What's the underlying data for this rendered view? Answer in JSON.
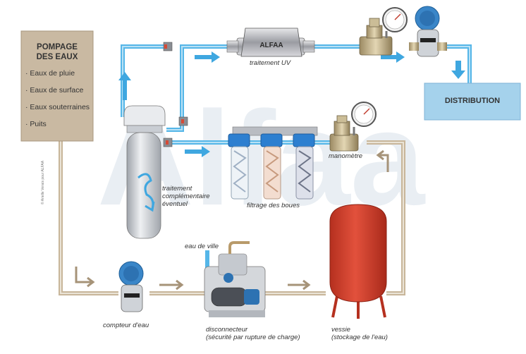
{
  "source_box": {
    "title_line1": "POMPAGE",
    "title_line2": "DES EAUX",
    "items": [
      "Eaux de pluie",
      "Eaux de surface",
      "Eaux souterraines",
      "Puits"
    ]
  },
  "distribution_label": "DISTRIBUTION",
  "uv_brand": "ALFAA",
  "watermark": "Alfaa",
  "labels": {
    "uv": "traitement UV",
    "softener_line1": "traitement",
    "softener_line2": "complémentaire",
    "softener_line3": "éventuel",
    "filters": "filtrage des boues",
    "gauge": "manomètre",
    "city_water": "eau de ville",
    "meter": "compteur d'eau",
    "disconnector_line1": "disconnecteur",
    "disconnector_line2": "(sécurité par rupture de charge)",
    "vessel_line1": "vessie",
    "vessel_line2": "(stockage de l'eau)"
  },
  "credit": "© Arielle Verais pour ALFAA",
  "colors": {
    "pipe_blue": "#55b6e8",
    "pipe_beige": "#c8b69a",
    "arrow_blue": "#3fa7e0",
    "arrow_beige": "#a69378",
    "source_box": "#c9b9a2",
    "distribution_box": "#a5d2ec",
    "vessel_red": "#d9412e"
  }
}
